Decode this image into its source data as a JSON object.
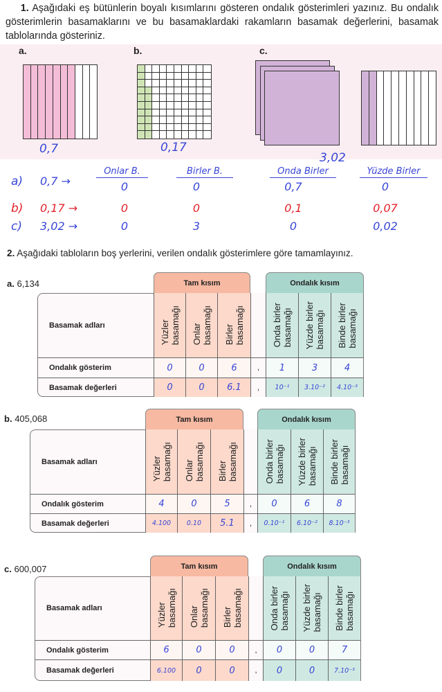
{
  "q1": {
    "number": "1.",
    "text": "Aşağıdaki eş bütünlerin boyalı kısımlarını gösteren ondalık gösterimleri yazınız. Bu ondalık gösterimlerin basamaklarını ve bu basamaklardaki rakamların basamak değerlerini, basamak tablolarında gösteriniz.",
    "figures": [
      {
        "label": "a.",
        "answer": "0,7",
        "shaded_tenths": 7
      },
      {
        "label": "b.",
        "answer": "0,17",
        "shaded_hundredths": 17
      },
      {
        "label": "c.",
        "answer": "3,02",
        "whole_squares": 3,
        "shaded_tenths": 2
      }
    ],
    "colors": {
      "a": "#f4bdd7",
      "b": "#cfe4b5",
      "c": "#d2b3d8"
    }
  },
  "handwritten": {
    "headers": [
      "Onlar B.",
      "Birler B.",
      "Onda Birler",
      "Yüzde Birler"
    ],
    "rows": [
      {
        "label": "a)",
        "value": "0,7 →",
        "cells": [
          "0",
          "0",
          "0,7",
          "0"
        ],
        "color": "blue"
      },
      {
        "label": "b)",
        "value": "0,17 →",
        "cells": [
          "0",
          "0",
          "0,1",
          "0,07"
        ],
        "color": "red"
      },
      {
        "label": "c)",
        "value": "3,02 →",
        "cells": [
          "0",
          "3",
          "0",
          "0,02"
        ],
        "color": "blue"
      }
    ]
  },
  "q2": {
    "number": "2.",
    "text": "Aşağıdaki tabloların boş yerlerini, verilen ondalık gösterimlere göre tamamlayınız.",
    "tam_label": "Tam kısım",
    "ondalik_label": "Ondalık kısım",
    "col_headers": [
      "Yüzler\nbasamağı",
      "Onlar\nbasamağı",
      "Birler\nbasamağı",
      "Onda birler\nbasamağı",
      "Yüzde birler\nbasamağı",
      "Binde birler\nbasamağı"
    ],
    "row_labels": [
      "Basamak adları",
      "Ondalık gösterim",
      "Basamak değerleri"
    ],
    "comma": ",",
    "tables": [
      {
        "letter": "a.",
        "number": "6,134",
        "digits": [
          "0",
          "0",
          "6",
          "1",
          "3",
          "4"
        ],
        "values": [
          "0",
          "0",
          "6.1",
          "10⁻¹",
          "3.10⁻²",
          "4.10⁻³"
        ]
      },
      {
        "letter": "b.",
        "number": "405,068",
        "digits": [
          "4",
          "0",
          "5",
          "0",
          "6",
          "8"
        ],
        "values": [
          "4.100",
          "0.10",
          "5.1",
          "0.10⁻¹",
          "6.10⁻²",
          "8.10⁻³"
        ]
      },
      {
        "letter": "c.",
        "number": "600,007",
        "digits": [
          "6",
          "0",
          "0",
          "0",
          "0",
          "7"
        ],
        "values": [
          "6.100",
          "0",
          "0",
          "0",
          "0",
          "7.10⁻³"
        ]
      }
    ]
  }
}
